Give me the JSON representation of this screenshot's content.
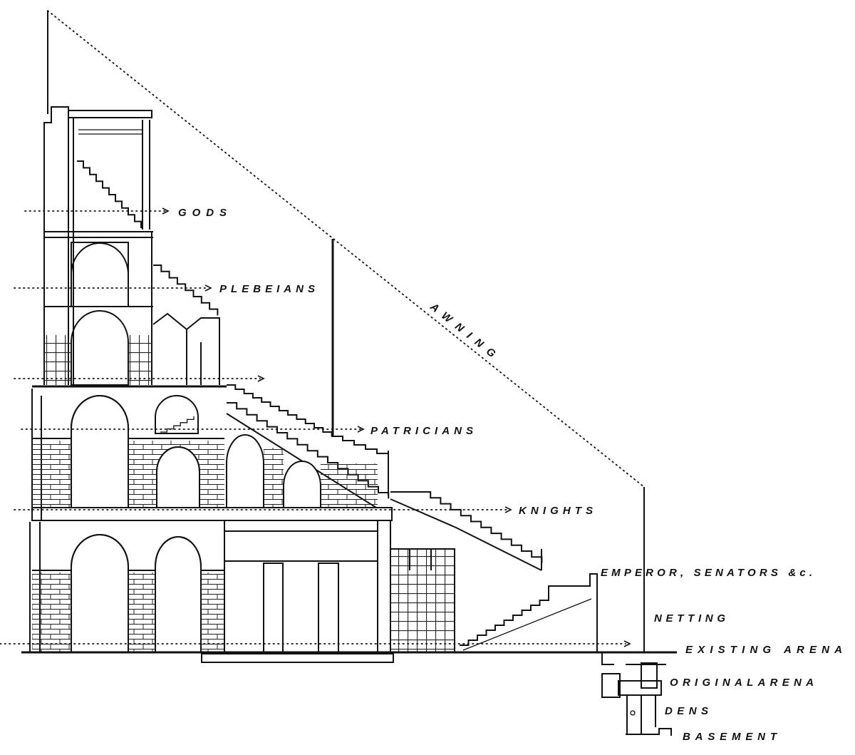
{
  "labels": {
    "gods": "GODS",
    "plebeians": "PLEBEIANS",
    "awning": "AWNING",
    "patricians": "PATRICIANS",
    "knights": "KNIGHTS",
    "emperor": "EMPEROR, SENATORS &c.",
    "netting": "NETTING",
    "existing_arena": "EXISTING ARENA",
    "original_arena": "ORIGINALARENA",
    "dens": "DENS",
    "basement": "BASEMENT"
  }
}
